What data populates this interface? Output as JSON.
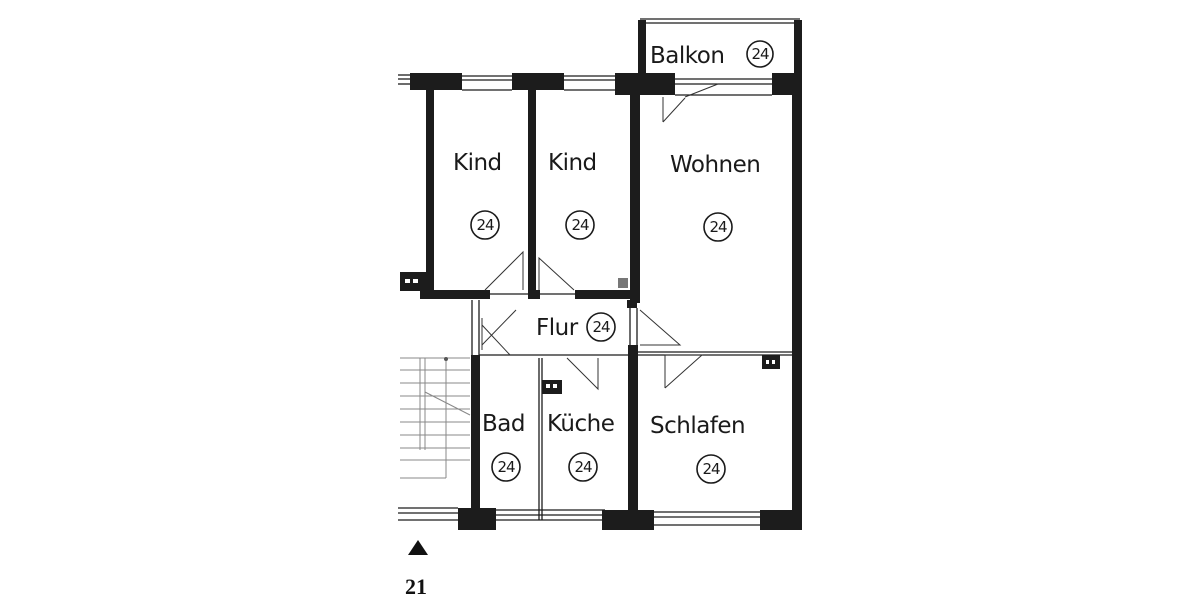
{
  "plan": {
    "unit_label": "24",
    "rooms": [
      {
        "name": "Balkon",
        "number": "24"
      },
      {
        "name": "Kind",
        "number": "24"
      },
      {
        "name": "Kind",
        "number": "24"
      },
      {
        "name": "Wohnen",
        "number": "24"
      },
      {
        "name": "Flur",
        "number": "24"
      },
      {
        "name": "Bad",
        "number": "24"
      },
      {
        "name": "Küche",
        "number": "24"
      },
      {
        "name": "Schlafen",
        "number": "24"
      }
    ],
    "footer": {
      "marker_icon": "triangle-up-icon",
      "number": "21"
    }
  }
}
